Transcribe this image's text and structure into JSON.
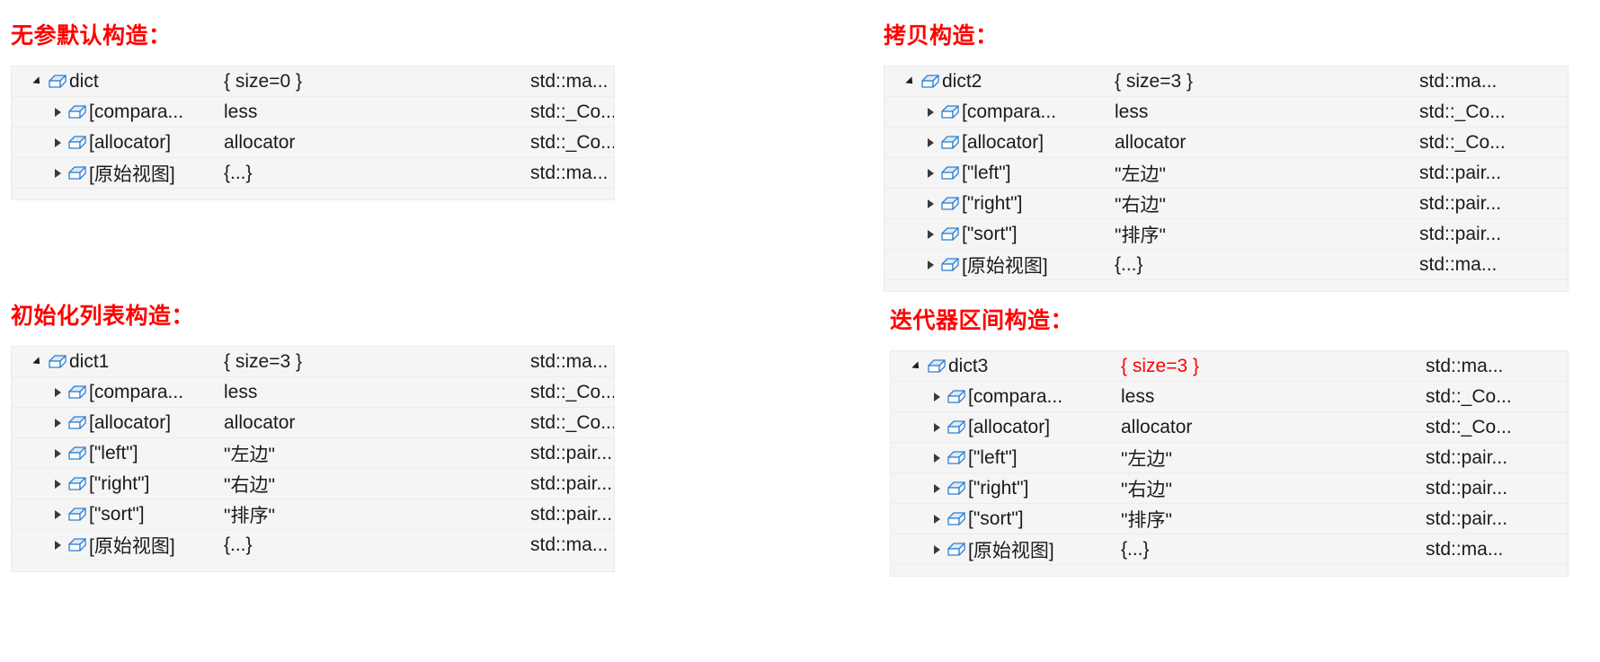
{
  "page": {
    "background": "#ffffff",
    "heading_color": "#ff0000",
    "row_background": "#f5f5f5",
    "value_highlight_color": "#ff0000",
    "icon_color": "#2f7fd0"
  },
  "panels": [
    {
      "key": "default_ctor",
      "heading": "无参默认构造：",
      "rows": [
        {
          "indent": 0,
          "expander": "expanded",
          "icon": "cube-icon",
          "name": "dict",
          "value": "{ size=0 }",
          "type": "std::ma...",
          "value_red": false
        },
        {
          "indent": 1,
          "expander": "collapsed",
          "icon": "cube-icon",
          "name": "[compara...",
          "value": "less",
          "type": "std::_Co...",
          "value_red": false
        },
        {
          "indent": 1,
          "expander": "collapsed",
          "icon": "cube-icon",
          "name": "[allocator]",
          "value": "allocator",
          "type": "std::_Co...",
          "value_red": false
        },
        {
          "indent": 1,
          "expander": "collapsed",
          "icon": "cube-icon",
          "name": "[原始视图]",
          "value": "{...}",
          "type": "std::ma...",
          "value_red": false
        }
      ]
    },
    {
      "key": "copy_ctor",
      "heading": "拷贝构造：",
      "rows": [
        {
          "indent": 0,
          "expander": "expanded",
          "icon": "cube-icon",
          "name": "dict2",
          "value": "{ size=3 }",
          "type": "std::ma...",
          "value_red": false
        },
        {
          "indent": 1,
          "expander": "collapsed",
          "icon": "cube-icon",
          "name": "[compara...",
          "value": "less",
          "type": "std::_Co...",
          "value_red": false
        },
        {
          "indent": 1,
          "expander": "collapsed",
          "icon": "cube-icon",
          "name": "[allocator]",
          "value": "allocator",
          "type": "std::_Co...",
          "value_red": false
        },
        {
          "indent": 1,
          "expander": "collapsed",
          "icon": "cube-icon",
          "name": "[\"left\"]",
          "value": "\"左边\"",
          "type": "std::pair...",
          "value_red": false
        },
        {
          "indent": 1,
          "expander": "collapsed",
          "icon": "cube-icon",
          "name": "[\"right\"]",
          "value": "\"右边\"",
          "type": "std::pair...",
          "value_red": false
        },
        {
          "indent": 1,
          "expander": "collapsed",
          "icon": "cube-icon",
          "name": "[\"sort\"]",
          "value": "\"排序\"",
          "type": "std::pair...",
          "value_red": false
        },
        {
          "indent": 1,
          "expander": "collapsed",
          "icon": "cube-icon",
          "name": "[原始视图]",
          "value": "{...}",
          "type": "std::ma...",
          "value_red": false
        }
      ]
    },
    {
      "key": "init_list_ctor",
      "heading": "初始化列表构造：",
      "rows": [
        {
          "indent": 0,
          "expander": "expanded",
          "icon": "cube-icon",
          "name": "dict1",
          "value": "{ size=3 }",
          "type": "std::ma...",
          "value_red": false
        },
        {
          "indent": 1,
          "expander": "collapsed",
          "icon": "cube-icon",
          "name": "[compara...",
          "value": "less",
          "type": "std::_Co...",
          "value_red": false
        },
        {
          "indent": 1,
          "expander": "collapsed",
          "icon": "cube-icon",
          "name": "[allocator]",
          "value": "allocator",
          "type": "std::_Co...",
          "value_red": false
        },
        {
          "indent": 1,
          "expander": "collapsed",
          "icon": "cube-icon",
          "name": "[\"left\"]",
          "value": "\"左边\"",
          "type": "std::pair...",
          "value_red": false
        },
        {
          "indent": 1,
          "expander": "collapsed",
          "icon": "cube-icon",
          "name": "[\"right\"]",
          "value": "\"右边\"",
          "type": "std::pair...",
          "value_red": false
        },
        {
          "indent": 1,
          "expander": "collapsed",
          "icon": "cube-icon",
          "name": "[\"sort\"]",
          "value": "\"排序\"",
          "type": "std::pair...",
          "value_red": false
        },
        {
          "indent": 1,
          "expander": "collapsed",
          "icon": "cube-icon",
          "name": "[原始视图]",
          "value": "{...}",
          "type": "std::ma...",
          "value_red": false
        }
      ]
    },
    {
      "key": "iterator_range_ctor",
      "heading": "迭代器区间构造：",
      "rows": [
        {
          "indent": 0,
          "expander": "expanded",
          "icon": "cube-icon",
          "name": "dict3",
          "value": "{ size=3 }",
          "type": "std::ma...",
          "value_red": true
        },
        {
          "indent": 1,
          "expander": "collapsed",
          "icon": "cube-icon",
          "name": "[compara...",
          "value": "less",
          "type": "std::_Co...",
          "value_red": false
        },
        {
          "indent": 1,
          "expander": "collapsed",
          "icon": "cube-icon",
          "name": "[allocator]",
          "value": "allocator",
          "type": "std::_Co...",
          "value_red": false
        },
        {
          "indent": 1,
          "expander": "collapsed",
          "icon": "cube-icon",
          "name": "[\"left\"]",
          "value": "\"左边\"",
          "type": "std::pair...",
          "value_red": false
        },
        {
          "indent": 1,
          "expander": "collapsed",
          "icon": "cube-icon",
          "name": "[\"right\"]",
          "value": "\"右边\"",
          "type": "std::pair...",
          "value_red": false
        },
        {
          "indent": 1,
          "expander": "collapsed",
          "icon": "cube-icon",
          "name": "[\"sort\"]",
          "value": "\"排序\"",
          "type": "std::pair...",
          "value_red": false
        },
        {
          "indent": 1,
          "expander": "collapsed",
          "icon": "cube-icon",
          "name": "[原始视图]",
          "value": "{...}",
          "type": "std::ma...",
          "value_red": false
        }
      ]
    }
  ]
}
